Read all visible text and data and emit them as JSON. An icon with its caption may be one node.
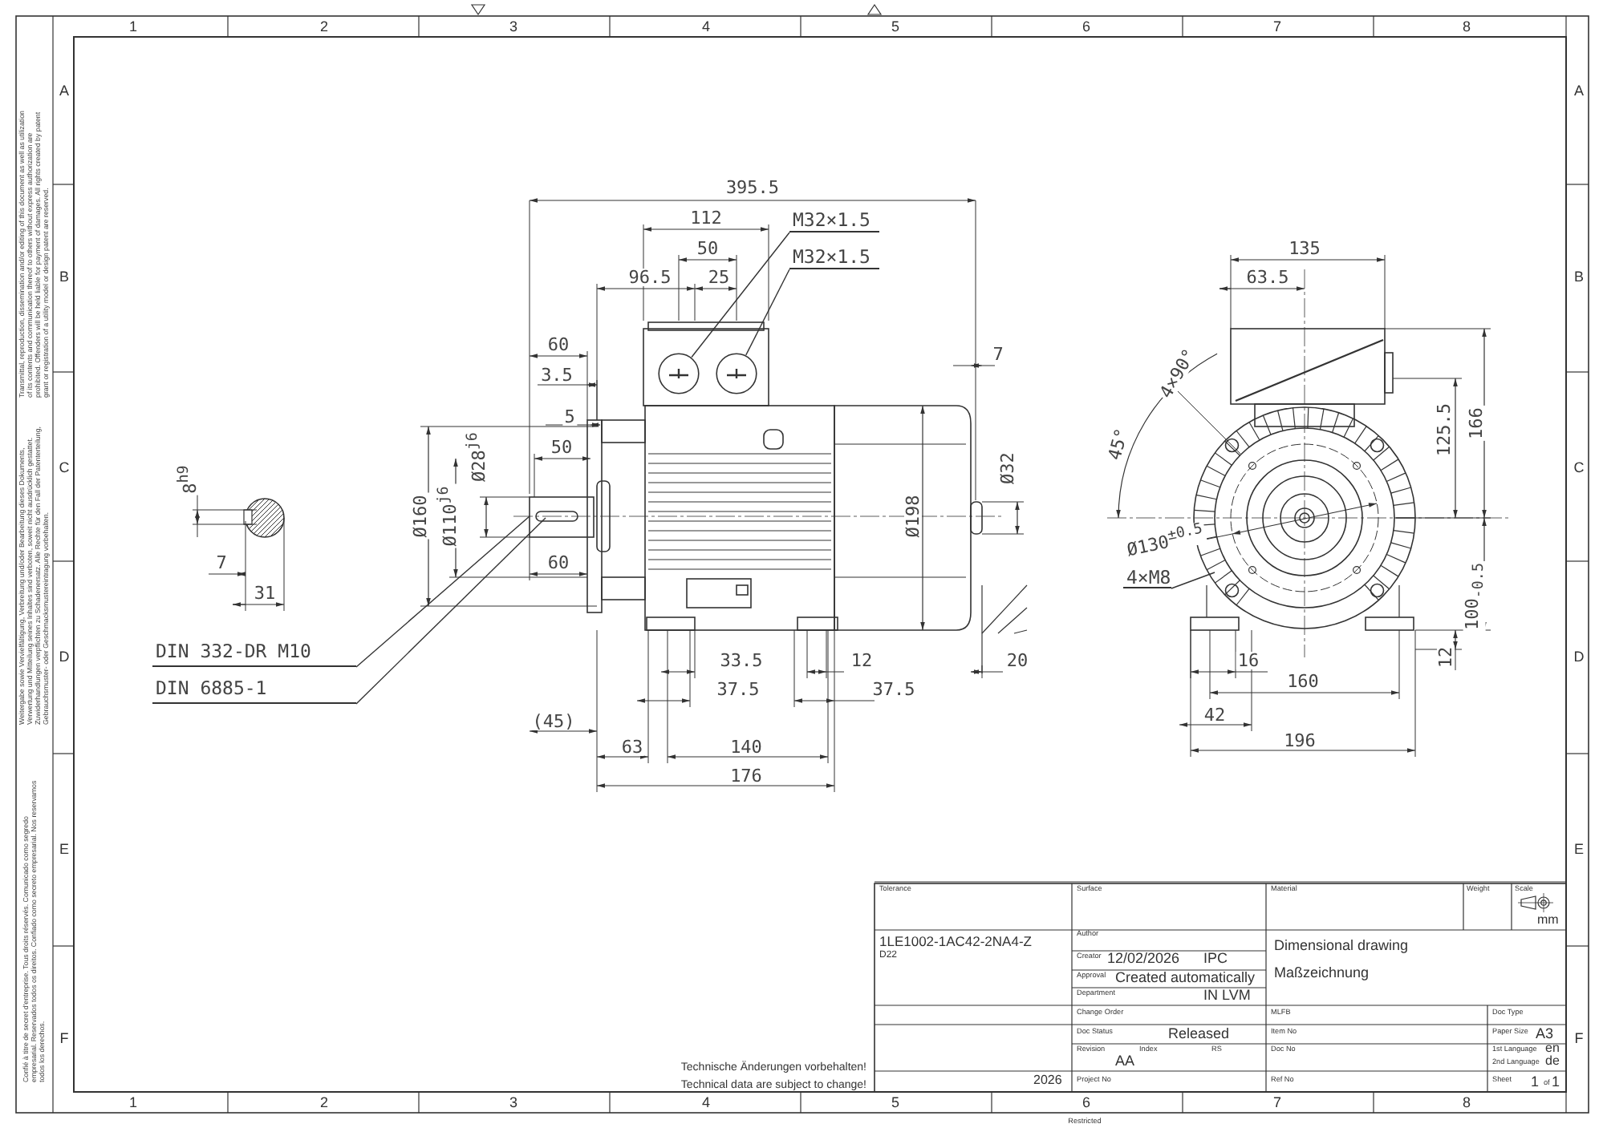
{
  "diagram": {
    "nodes": [
      {
        "text": [
          "M32×1.5"
        ]
      },
      {
        "text": [
          "M32×1.5"
        ]
      },
      {
        "text": [],
        "shape": "circle"
      },
      {
        "text": [],
        "shape": "circle"
      },
      {
        "text": [
          "DIN 332-DR M10"
        ]
      },
      {
        "text": [
          "DIN 6885-1"
        ]
      },
      {
        "text": [
          "4×M8"
        ]
      }
    ],
    "edges": [
      {
        "from": 0,
        "to": 2,
        "arrow": "none"
      },
      {
        "from": 1,
        "to": 3,
        "arrow": "none"
      },
      {
        "from": 4,
        "to": null,
        "arrow": "none"
      },
      {
        "from": 5,
        "to": null,
        "arrow": "none"
      },
      {
        "from": 6,
        "to": null,
        "arrow": "none"
      }
    ],
    "labels": [
      "1",
      "2",
      "3",
      "4",
      "5",
      "6",
      "7",
      "8",
      "A",
      "B",
      "C",
      "D",
      "E",
      "F",
      "A",
      "B",
      "C",
      "D",
      "E",
      "F",
      "Transmittal, reproduction, dissemination and/or editing of this document as well as utilization of its contents and communication thereof to others without express authorization are prohibited. Offenders will be held liable for payment of damages. All rights created by patent grant or registration of a utility model or design patent are reserved.",
      "Weitergabe sowie Vervielfältigung, Verbreitung und/oder Bearbeitung dieses Dokuments, Verwertung und Mitteilung seines Inhaltes sind verboten, soweit nicht ausdrücklich gestattet. Zuwiderhandlungen verpflichten zu Schadenersatz. Alle Rechte für den Fall der Patenterteilung, Gebrauchsmuster- oder Geschmacksmustereintragung vorbehalten.",
      "Confié à titre de secret d'entreprise. Tous droits réservés. Comunicado como segredo empresarial. Reservados todos os direitos. Confiado como secreto empresarial. Nos reservamos todos los derechos.",
      "395.5",
      "112",
      "50",
      "96.5",
      "25",
      "60",
      "3.5",
      "5",
      "50",
      "Ø28$^{j6}$",
      "Ø160",
      "Ø110$^{j6}$",
      "60",
      "7",
      "Ø32",
      "Ø198",
      "33.5",
      "12",
      "20",
      "37.5",
      "37.5",
      "(45)",
      "63",
      "140",
      "176",
      "8$^{h9}$",
      "7",
      "31",
      "135",
      "63.5",
      "4×90°",
      "45°",
      "125.5",
      "166",
      "Ø130$^{±0.5}$",
      "100$_{-0.5}$",
      "16",
      "12",
      "160",
      "42",
      "196",
      "Technische Änderungen vorbehalten!",
      "Technical data are subject to change!",
      "Tolerance",
      "Surface",
      "Material",
      "Weight",
      "Scale",
      "mm",
      "1LE1002-1AC42-2NA4-Z",
      "D22",
      "Author",
      "Creator",
      "12/02/2026",
      "IPC",
      "Approval",
      "Created automatically",
      "Department",
      "IN LVM",
      "Dimensional drawing",
      "Maßzeichnung",
      "Change Order",
      "MLFB",
      "Doc Type",
      "Doc Status",
      "Released",
      "Item No",
      "Paper Size",
      "A3",
      "Revision",
      "Index",
      "RS",
      "AA",
      "Doc No",
      "1st Language",
      "en",
      "2nd Language",
      "de",
      "2026",
      "Project No",
      "Ref No",
      "Sheet",
      "1",
      "of",
      "1",
      "1",
      "2",
      "3",
      "4",
      "5",
      "6",
      "7",
      "8",
      "Restricted"
    ]
  }
}
